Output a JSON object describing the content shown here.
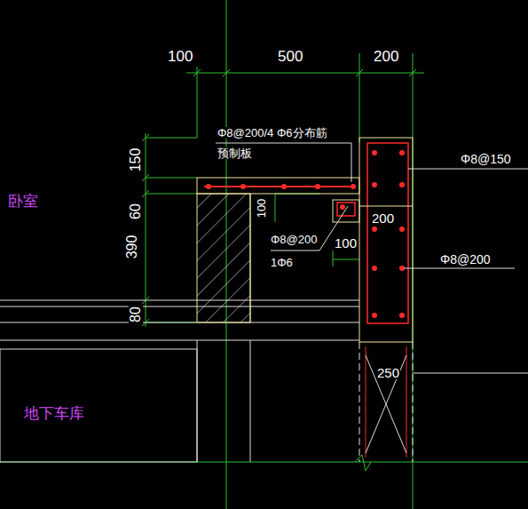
{
  "diagram": {
    "labels": [
      "100",
      "500",
      "200",
      "150",
      "60",
      "390",
      "80",
      "Φ8@200/4 Φ6分布筋",
      "预制板",
      "卧室",
      "100",
      "Φ8@200",
      "1Φ6",
      "200",
      "100",
      "Φ8@150",
      "Φ8@200",
      "250",
      "地下车库"
    ]
  }
}
